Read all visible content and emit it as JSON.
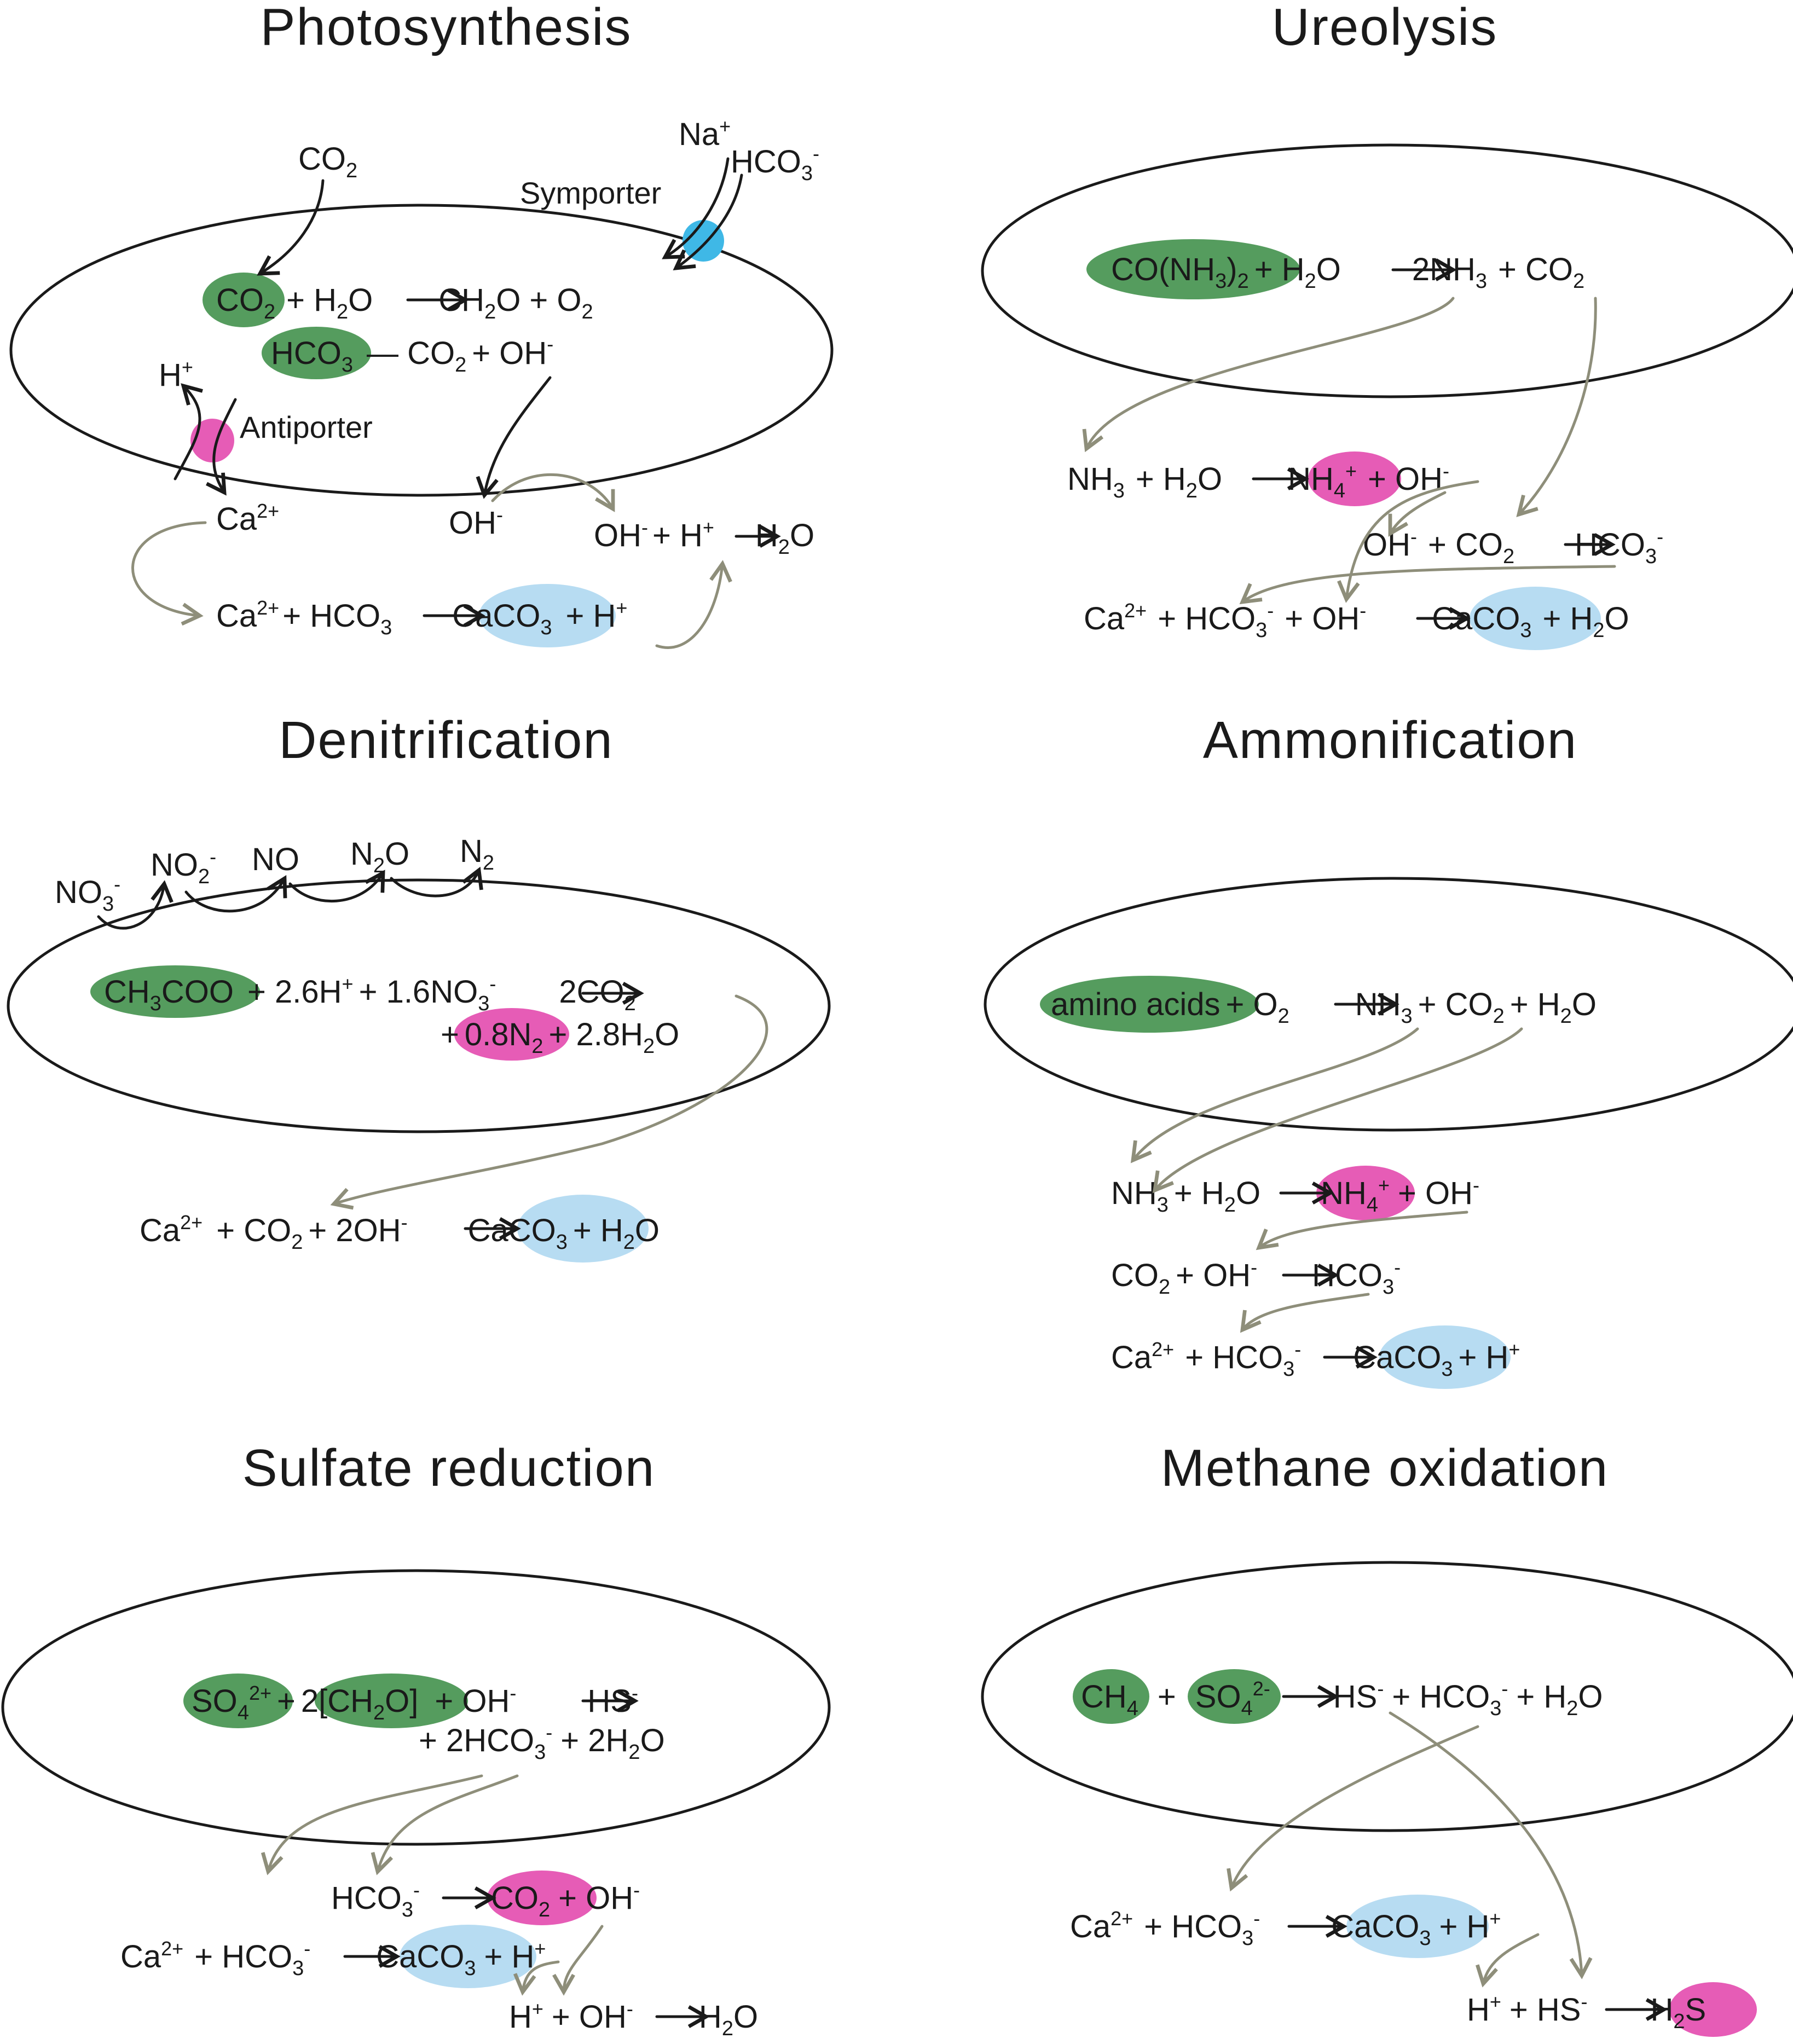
{
  "colors": {
    "green": "#559c5e",
    "pink": "#e65cb6",
    "blue": "#b7dcf2",
    "transporter_blue": "#3fb8e6",
    "grey_arrow": "#8e8e7a"
  },
  "panels": {
    "photosynthesis": {
      "title": "Photosynthesis",
      "symporter": "Symporter",
      "antiporter": "Antiporter",
      "na": "Na",
      "plus": "+",
      "minus": "-",
      "two_plus": "2+",
      "co": "CO",
      "two": "2",
      "three": "3",
      "hco": "HCO",
      "h": "H",
      "ca": "Ca",
      "oh": "OH",
      "eq1_rest": "+ H",
      "eq1_b": "O",
      "eq1_c": "CH",
      "eq1_d": "O + O",
      "eq2_a": "— CO",
      "eq2_b": "+ OH",
      "eq3": "OH",
      "eq3_b": "+ H",
      "eq3_c": "H",
      "eq3_d": "O",
      "eq4_a": "+ HCO",
      "eq4_b": "CaCO",
      "eq4_c": "+ H"
    },
    "ureolysis": {
      "title": "Ureolysis",
      "a": "CO(NH",
      "b": ")",
      "c": "+ H",
      "d": "O",
      "e": "2NH",
      "f": "+ CO",
      "g": "NH",
      "h": "+ H",
      "i": "NH",
      "j": "+ OH",
      "k": "OH",
      "l": "+ CO",
      "m": "HCO",
      "n": "Ca",
      "o": "+ HCO",
      "p": "+ OH",
      "q": "CaCO",
      "r": "+ H",
      "s": "O"
    },
    "denitrification": {
      "title": "Denitrification",
      "no3": "NO",
      "no2": "NO",
      "no": "NO",
      "n2o_a": "N",
      "n2o_b": "O",
      "n2": "N",
      "ch3coo_a": "CH",
      "ch3coo_b": "COO",
      "r1": "+ 2.6H",
      "r2": "+ 1.6NO",
      "r3": "2CO",
      "r4": "+",
      "r5": "0.8N",
      "r6": "+ 2.8H",
      "r7": "O",
      "p1": "Ca",
      "p2": "+ CO",
      "p3": "+ 2OH",
      "p4": "CaCO",
      "p5": "+ H",
      "p6": "O"
    },
    "ammonification": {
      "title": "Ammonification",
      "aa": "amino acids",
      "a1": "+ O",
      "a2": "NH",
      "a3": "+ CO",
      "a4": "+ H",
      "a5": "O",
      "b1": "NH",
      "b2": "+ H",
      "b3": "O",
      "b4": "NH",
      "b5": "+ OH",
      "c1": "CO",
      "c2": "+ OH",
      "c3": "HCO",
      "d1": "Ca",
      "d2": "+ HCO",
      "d3": "CaCO",
      "d4": "+ H"
    },
    "sulfate": {
      "title": "Sulfate reduction",
      "so4": "SO",
      "plus": "+",
      "ch2o_a": "2[CH",
      "ch2o_b": "O]",
      "r1": "+ OH",
      "r2": "HS",
      "r3": "+ 2HCO",
      "r4": "+ 2H",
      "r5": "O",
      "b1": "HCO",
      "b2": "CO",
      "b3": "+ OH",
      "c1": "Ca",
      "c2": "+ HCO",
      "c3": "CaCO",
      "c4": "+ H",
      "d1": "H",
      "d2": "+ OH",
      "d3": "H",
      "d4": "O"
    },
    "methane": {
      "title": "Methane oxidation",
      "ch4": "CH",
      "plus": "+",
      "so4": "SO",
      "r1": "HS",
      "r2": "+ HCO",
      "r3": "+ H",
      "r4": "O",
      "c1": "Ca",
      "c2": "+ HCO",
      "c3": "CaCO",
      "c4": "+ H",
      "d1": "H",
      "d2": "+ HS",
      "d3": "H",
      "d4": "S"
    }
  },
  "arrow_symbol": "—>",
  "sub_digits": {
    "two": "2",
    "three": "3",
    "four": "4"
  },
  "charges": {
    "plus": "+",
    "minus": "-",
    "two_plus": "2+",
    "two_minus": "2-"
  }
}
